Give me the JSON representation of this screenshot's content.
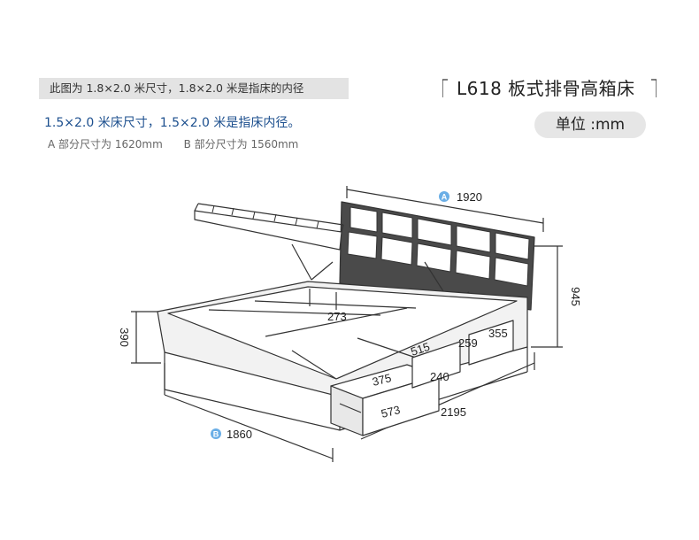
{
  "header": {
    "note_gray": "此图为 1.8×2.0 米尺寸，1.8×2.0 米是指床的内径",
    "note_blue": "1.5×2.0 米床尺寸，1.5×2.0 米是指床内径。",
    "note_a": "A 部分尺寸为 1620mm",
    "note_b": "B 部分尺寸为 1560mm",
    "title": "L618 板式排骨高箱床",
    "unit": "单位 :mm"
  },
  "dimensions": {
    "headboard_width": "1920",
    "headboard_height": "945",
    "bed_height": "390",
    "bed_width": "1860",
    "bed_length": "2195",
    "inner_depth": "273",
    "drawer_front": "375",
    "drawer_length": "573",
    "drawer_height": "240",
    "drawer2_depth": "515",
    "drawer2_height": "259",
    "drawer3_depth": "355"
  },
  "badges": {
    "a": "A",
    "b": "B"
  },
  "colors": {
    "line": "#333333",
    "badge": "#6aaee6",
    "blue_text": "#1c4f8e",
    "headboard": "#555555"
  }
}
